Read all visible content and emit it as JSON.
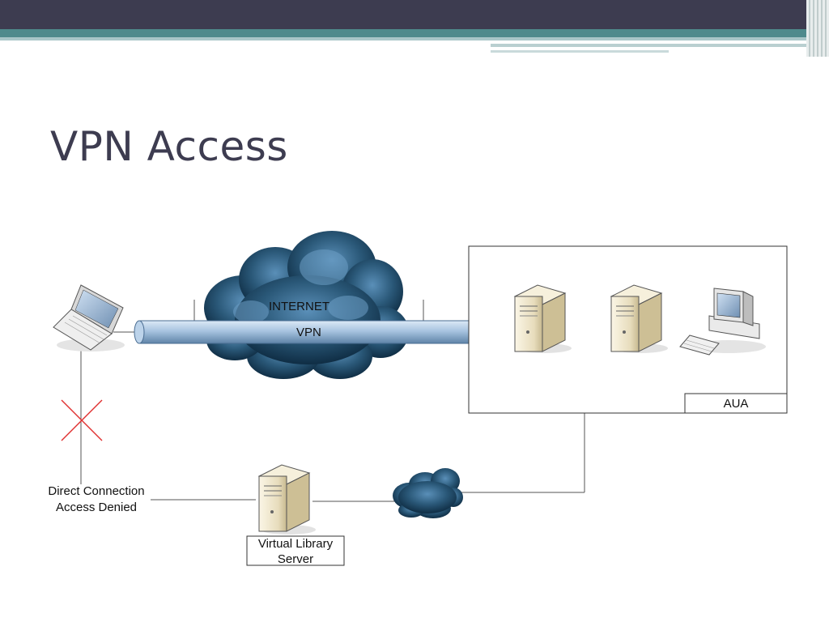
{
  "slide": {
    "title": "VPN Access"
  },
  "diagram": {
    "internet_label": "INTERNET",
    "vpn_label": "VPN",
    "aua_label": "AUA",
    "denied_label_line1": "Direct Connection",
    "denied_label_line2": "Access Denied",
    "server_label_line1": "Virtual Library",
    "server_label_line2": "Server"
  },
  "colors": {
    "header": "#3d3c50",
    "accent_teal": "#4f8a8c",
    "cloud": "#1e4a68",
    "tunnel": "#a8c4e0",
    "deny_mark": "#e03030"
  }
}
